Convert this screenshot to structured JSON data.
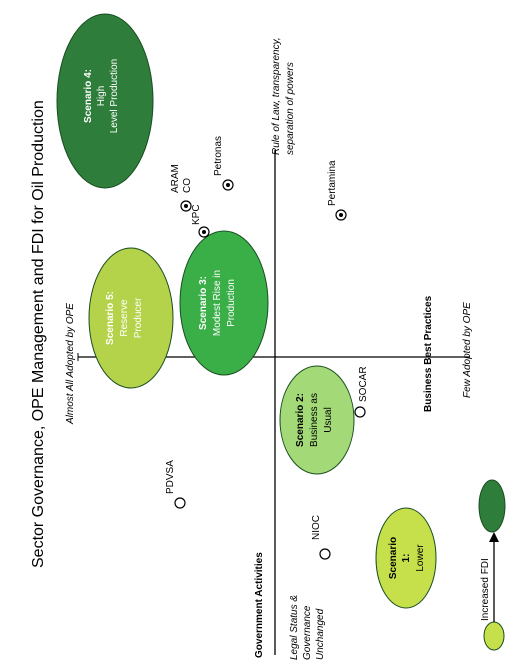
{
  "title": "Sector Governance, OPE Management and FDI for Oil Production",
  "axes": {
    "government_activities": "Government Activities",
    "business_best_practices": "Business Best Practices",
    "almost_all_adopted": "Almost All Adopted by OPE",
    "few_adopted": "Few Adopted by OPE",
    "rule_of_law_line1": "Rule of Law, transparency,",
    "rule_of_law_line2": "separation of powers",
    "legal_status_line1": "Legal Status &",
    "legal_status_line2": "Governance",
    "legal_status_line3": "Unchanged"
  },
  "scenarios": {
    "s4": {
      "label": "Scenario 4:",
      "line2": "High",
      "line3": "Level Production",
      "color": "#2e7d3a"
    },
    "s3": {
      "label": "Scenario 3:",
      "line2": "Modest Rise in",
      "line3": "Production",
      "color": "#3aaf48"
    },
    "s5": {
      "label": "Scenario 5:",
      "line2": "Reserve",
      "line3": "Producer",
      "color": "#b5d34a"
    },
    "s2": {
      "label": "Scenario 2:",
      "line2": "Business as",
      "line3": "Usual",
      "color": "#a3d977"
    },
    "s1": {
      "label": "Scenario",
      "line2": "1:",
      "line3": "Lower",
      "color": "#c6e04c"
    }
  },
  "companies": {
    "petronas": "Petronas",
    "aramco": "ARAM",
    "aramco_tail": "CO",
    "kpc": "KPC",
    "pertamina": "Pertamina",
    "socar": "SOCAR",
    "pdvsa": "PDVSA",
    "nioc": "NIOC"
  },
  "legend": {
    "increased_fdi": "Increased FDI",
    "dark_color": "#2e7d3a",
    "light_color": "#c6e04c"
  }
}
